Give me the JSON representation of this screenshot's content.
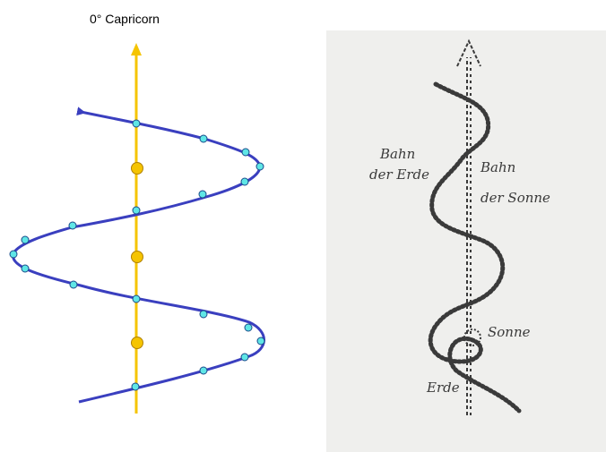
{
  "left_diagram": {
    "top_label": "0° Capricorn",
    "colors": {
      "axis": "#f5c400",
      "helix": "#3a3fbf",
      "small_node": "#5fe6e6",
      "large_node": "#f5c400"
    }
  },
  "right_sketch": {
    "label_earth_orbit": [
      "Bahn",
      "der Erde"
    ],
    "label_sun_orbit": [
      "Bahn",
      "der Sonne"
    ],
    "label_sun": "Sonne",
    "label_earth": "Erde",
    "colors": {
      "background": "#efefed",
      "ink": "#3a3a3a"
    }
  }
}
